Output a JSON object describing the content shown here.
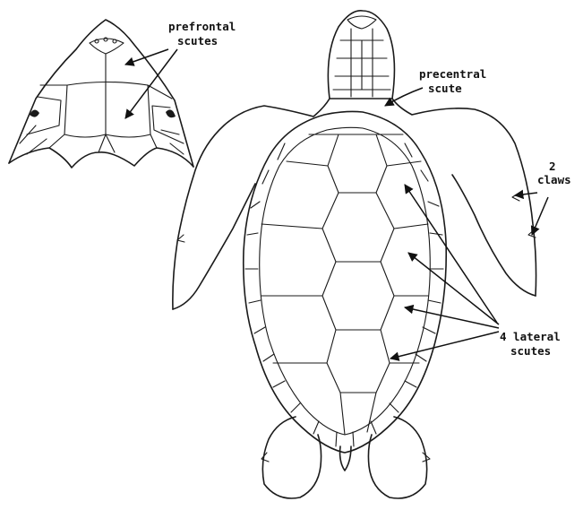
{
  "labels": {
    "prefrontal_line1": "prefrontal",
    "prefrontal_line2": "scutes",
    "precentral_line1": "precentral",
    "precentral_line2": "scute",
    "claws_line1": "2",
    "claws_line2": "claws",
    "lateral_line1": "4 lateral",
    "lateral_line2": "scutes"
  },
  "colors": {
    "ink": "#1a1a1a",
    "background": "#ffffff"
  }
}
